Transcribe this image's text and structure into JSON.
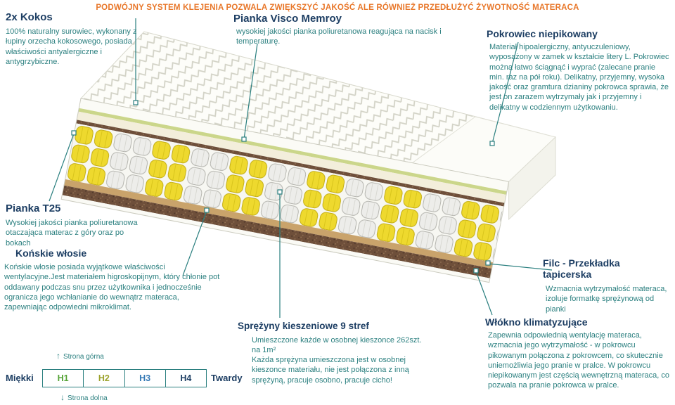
{
  "banner": {
    "text": "PODWÓJNY SYSTEM KLEJENIA POZWALA ZWIĘKSZYĆ JAKOŚĆ ALE RÓWNIEŻ PRZEDŁUŻYĆ ŻYWOTNOŚĆ MATERACA"
  },
  "colors": {
    "banner_orange": "#e8772a",
    "heading_navy": "#1d3e63",
    "body_teal": "#2a7f7f",
    "spring_yellow": "#eed92e",
    "spring_white": "#ededea",
    "coir_brown": "#6e4f3a",
    "felt_tan": "#c9a36b",
    "foam_cream": "#f3eedb",
    "visco_green": "#cbd68a"
  },
  "sections": {
    "kokos": {
      "title": "2x Kokos",
      "body": "100% naturalny surowiec, wykonany z łupiny orzecha kokosowego, posiada właściwości antyalergiczne i antygrzybiczne."
    },
    "visco": {
      "title": "Pianka Visco Memroy",
      "body": "wysokiej jakości pianka poliuretanowa reagująca na nacisk i temperaturę."
    },
    "pokrowiec": {
      "title": "Pokrowiec niepikowany",
      "body": "Materiał hipoalergiczny, antyuczuleniowy, wyposażony w zamek w kształcie litery L. Pokrowiec można łatwo ściągnąć i wyprać (zalecane pranie min. raz na pół roku). Delikatny, przyjemny, wysoka jakość oraz gramtura dzianiny pokrowca sprawia, że jest on zarazem wytrzymały jak i przyjemny i delikatny w codziennym użytkowaniu."
    },
    "pianka_t25": {
      "title": "Pianka T25",
      "body": "Wysokiej jakości pianka poliuretanowa otaczająca materac z góry oraz po bokach"
    },
    "konskie_wlosie": {
      "title": "Końskie włosie",
      "body": "Końskie włosie posiada wyjątkowe właściwości wentylacyjne.Jest materiałem higroskopijnym, który chłonie pot oddawany podczas snu przez użytkownika i jednocześnie ogranicza jego wchłanianie do wewnątrz materaca, zapewniając odpowiedni mikroklimat."
    },
    "filc": {
      "title": "Filc - Przekładka tapicerska",
      "body": "Wzmacnia wytrzymałość materaca, izoluje formatkę sprężynową od pianki"
    },
    "wlokno": {
      "title": "Włókno klimatyzujące",
      "body": "Zapewnia odpowiednią wentylację materaca, wzmacnia jego wytrzymałość - w pokrowcu pikowanym połączona z pokrowcem, co skutecznie uniemożliwia jego pranie w pralce. W pokrowcu niepikowanym jest częścią wewnętrzną materaca, co pozwala na pranie pokrowca w pralce."
    },
    "sprezyny": {
      "title": "Sprężyny kieszeniowe 9 stref",
      "body_top": "Umieszczone każde w osobnej kieszonce 262szt. na 1m²",
      "body_bottom": "Każda sprężyna umieszczona jest w osobnej kieszonce materiału, nie jest połączona z inną sprężyną, pracuje osobno, pracuje cicho!"
    }
  },
  "scale": {
    "soft_label": "Miękki",
    "hard_label": "Twardy",
    "top_side_label": "Strona górna",
    "bottom_side_label": "Strona dolna",
    "up_arrow": "↑",
    "down_arrow": "↓",
    "levels": [
      {
        "label": "H1",
        "color": "#55a336"
      },
      {
        "label": "H2",
        "color": "#9ca32c"
      },
      {
        "label": "H3",
        "color": "#3579b5"
      },
      {
        "label": "H4",
        "color": "#1d3e63"
      }
    ]
  }
}
